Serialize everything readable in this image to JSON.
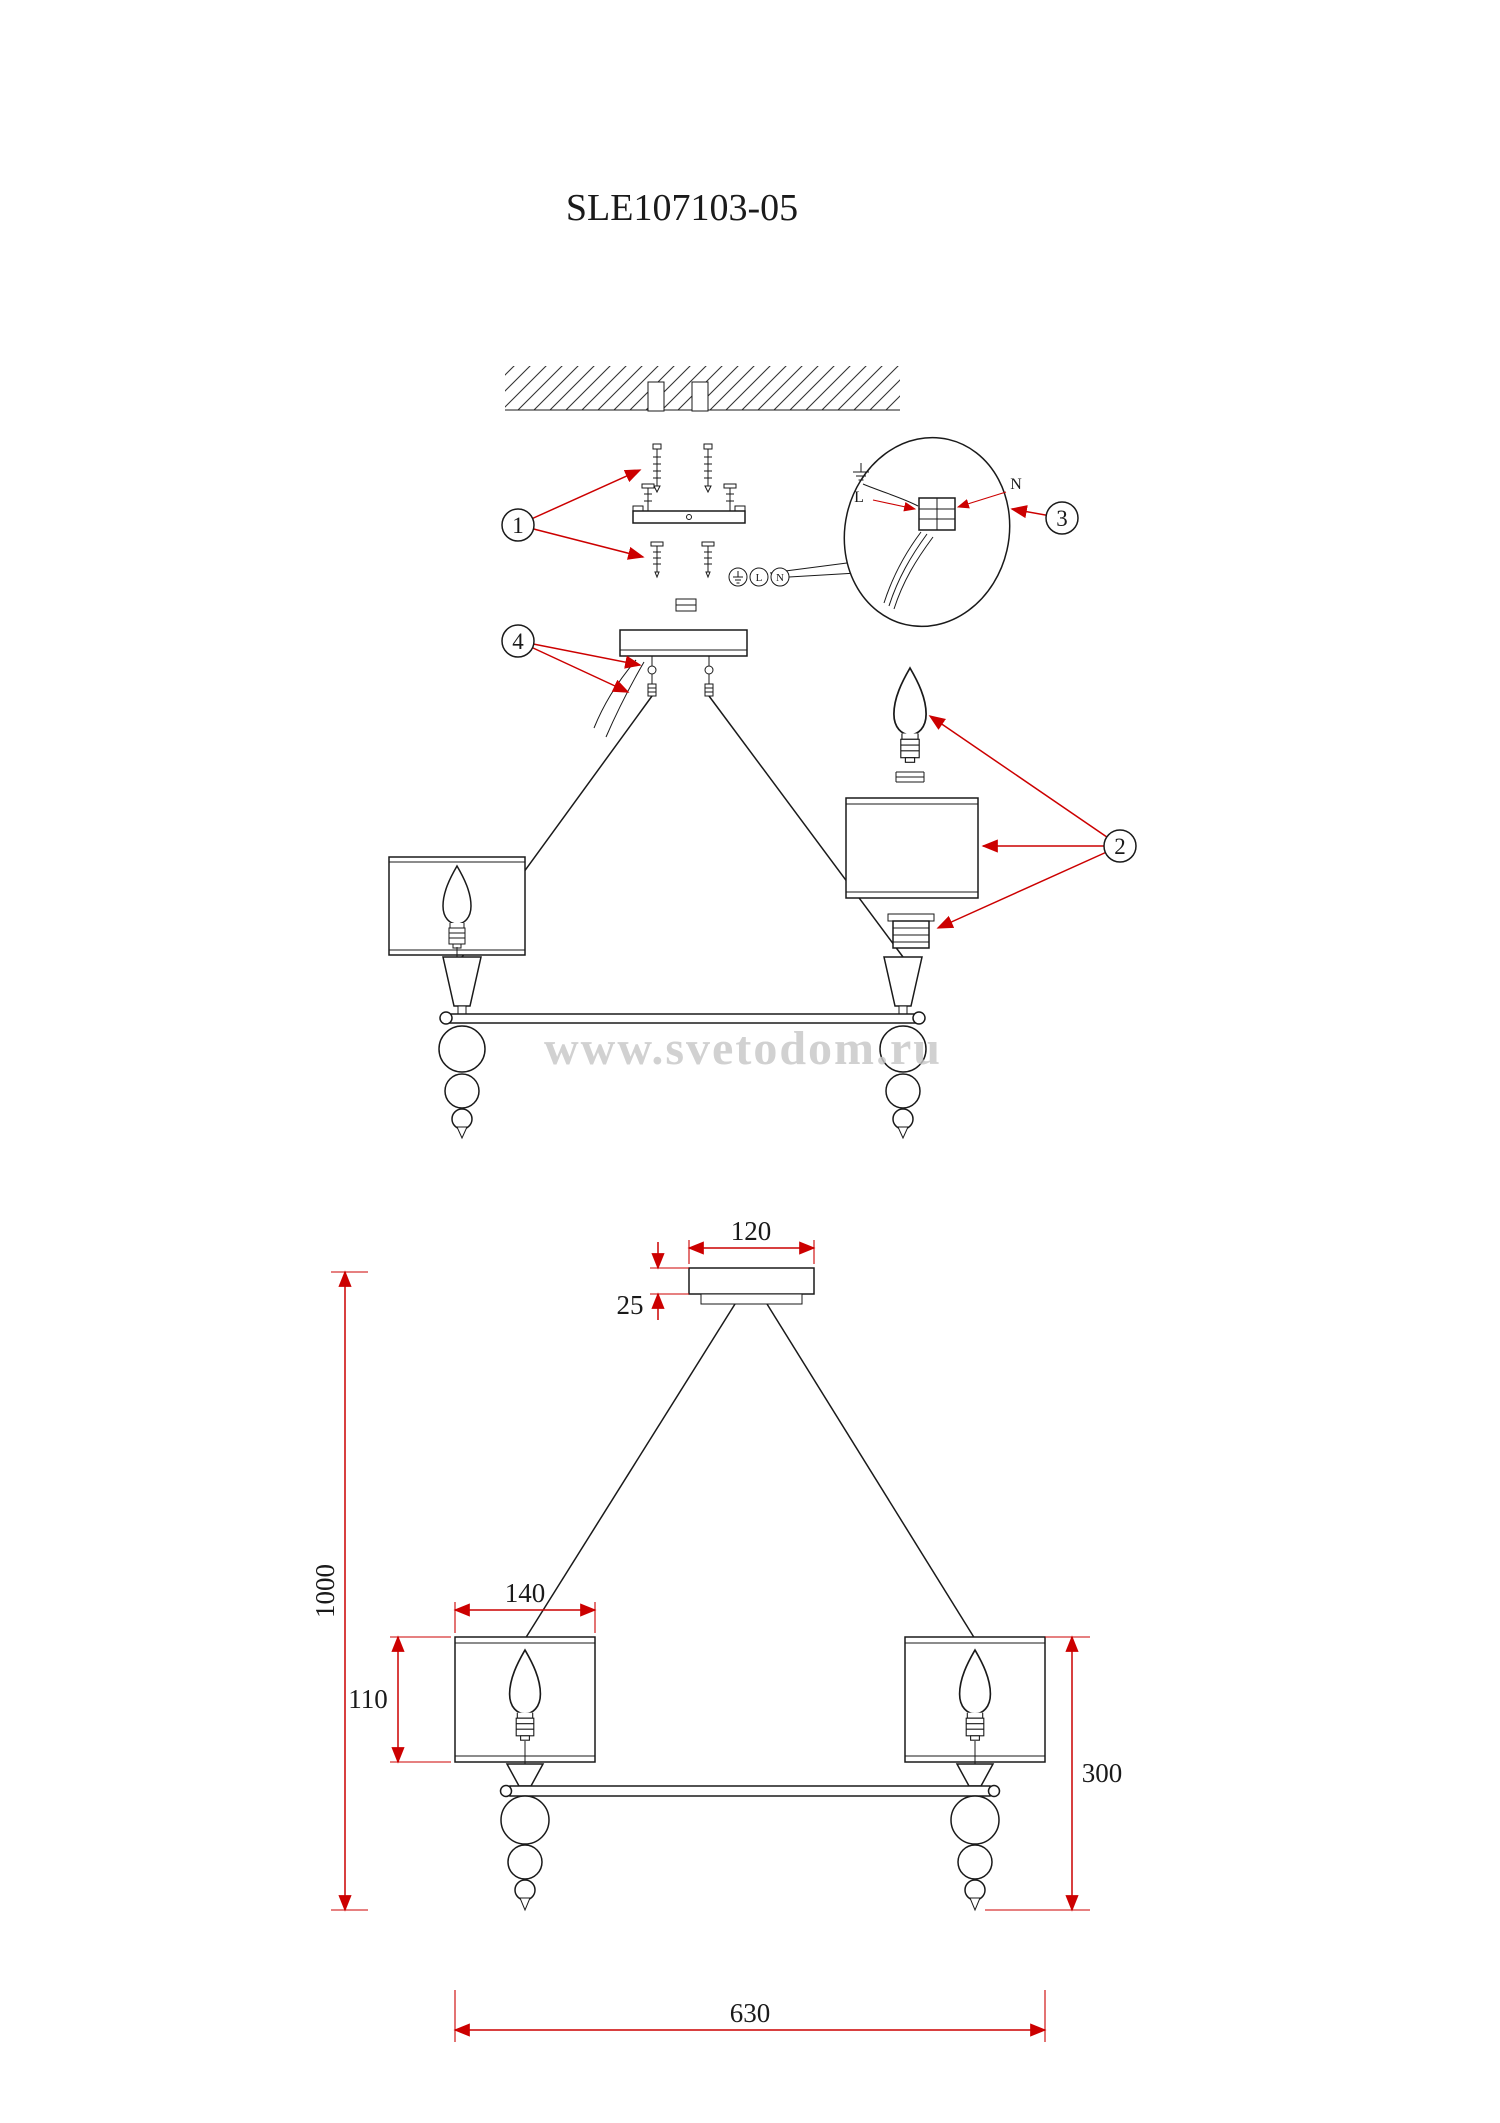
{
  "title": "SLE107103-05",
  "watermark": "www.svetodom.ru",
  "callouts": {
    "mounting": "1",
    "shade_parts": "2",
    "wiring": "3",
    "canopy": "4"
  },
  "wiring_labels": {
    "live": "L",
    "neutral": "N",
    "icon_l": "L",
    "icon_n": "N"
  },
  "dimensions": {
    "canopy_width": "120",
    "canopy_height": "25",
    "overall_height": "1000",
    "shade_width": "140",
    "shade_height": "110",
    "pendant_drop": "300",
    "overall_width": "630"
  },
  "colors": {
    "ink": "#1a1a1a",
    "dimension_red": "#cc0000",
    "watermark_gray": "#c6c6c6",
    "paper": "#ffffff"
  }
}
